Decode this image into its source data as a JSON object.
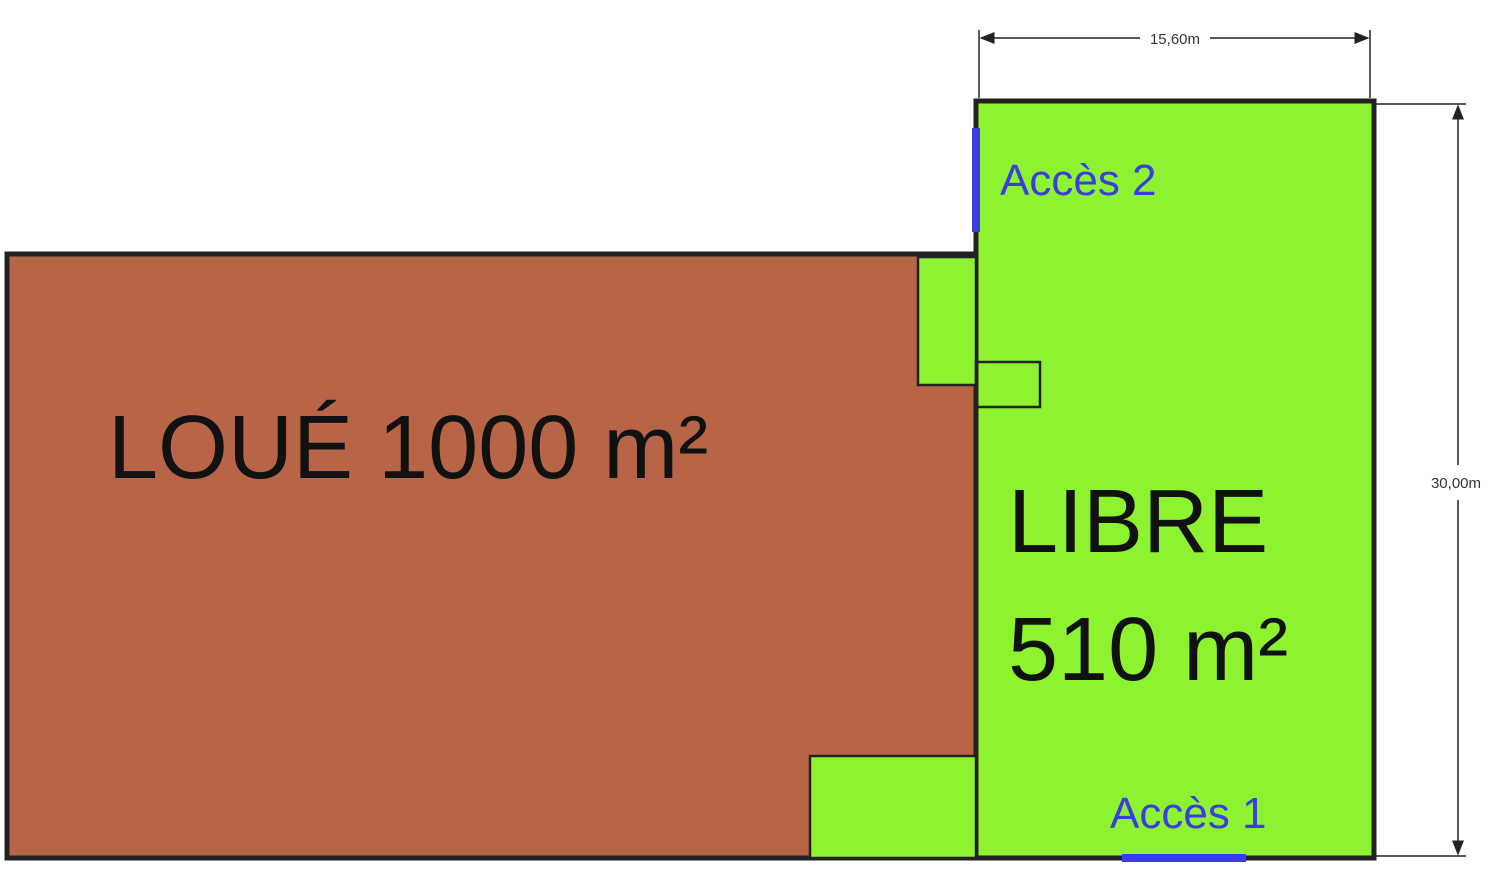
{
  "colors": {
    "rented": "#b86447",
    "free": "#8df230",
    "access": "#3a3de0",
    "wall": "#222222",
    "label": "#111111"
  },
  "zones": {
    "rented": {
      "label_line1": "LOUÉ 1000 m²"
    },
    "free": {
      "label_line1": "LIBRE",
      "label_line2": "510 m²"
    }
  },
  "accesses": [
    {
      "label": "Accès 2"
    },
    {
      "label": "Accès 1"
    }
  ],
  "dimensions": {
    "width": "15,60m",
    "height": "30,00m"
  }
}
